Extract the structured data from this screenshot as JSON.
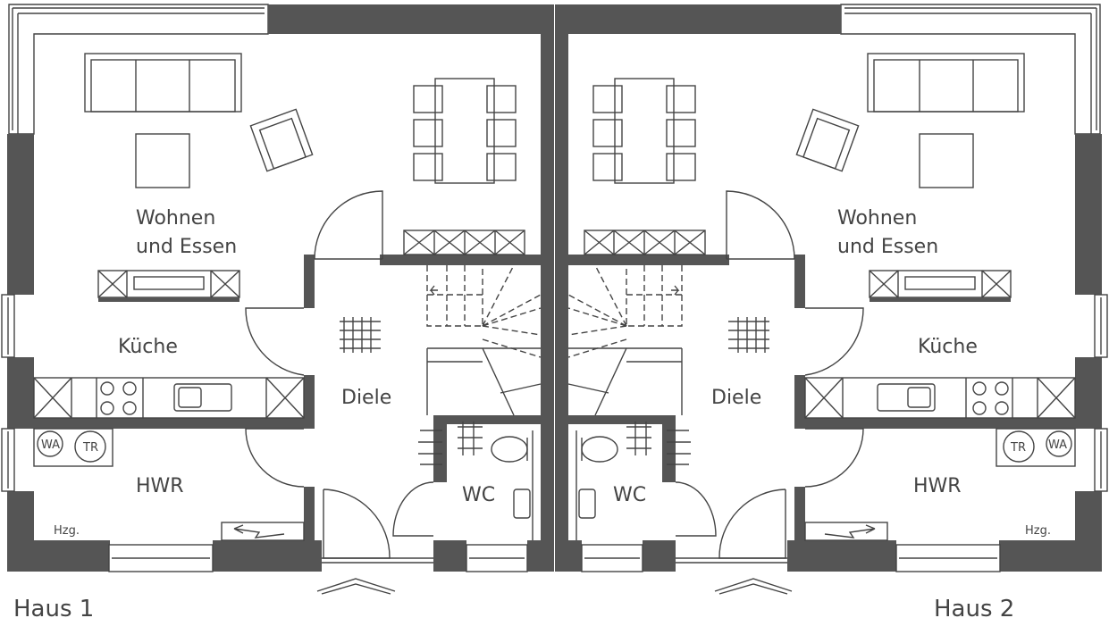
{
  "houses": [
    {
      "title": "Haus 1",
      "rooms": {
        "living": [
          "Wohnen",
          "und Essen"
        ],
        "kitchen": "Küche",
        "hall": "Diele",
        "utility": "HWR",
        "wc": "WC",
        "heating": "Hzg.",
        "washer": "WA",
        "dryer": "TR"
      }
    },
    {
      "title": "Haus 2",
      "rooms": {
        "living": [
          "Wohnen",
          "und Essen"
        ],
        "kitchen": "Küche",
        "hall": "Diele",
        "utility": "HWR",
        "wc": "WC",
        "heating": "Hzg.",
        "washer": "WA",
        "dryer": "TR"
      }
    }
  ],
  "colors": {
    "wall": "#555555",
    "line": "#444444"
  }
}
